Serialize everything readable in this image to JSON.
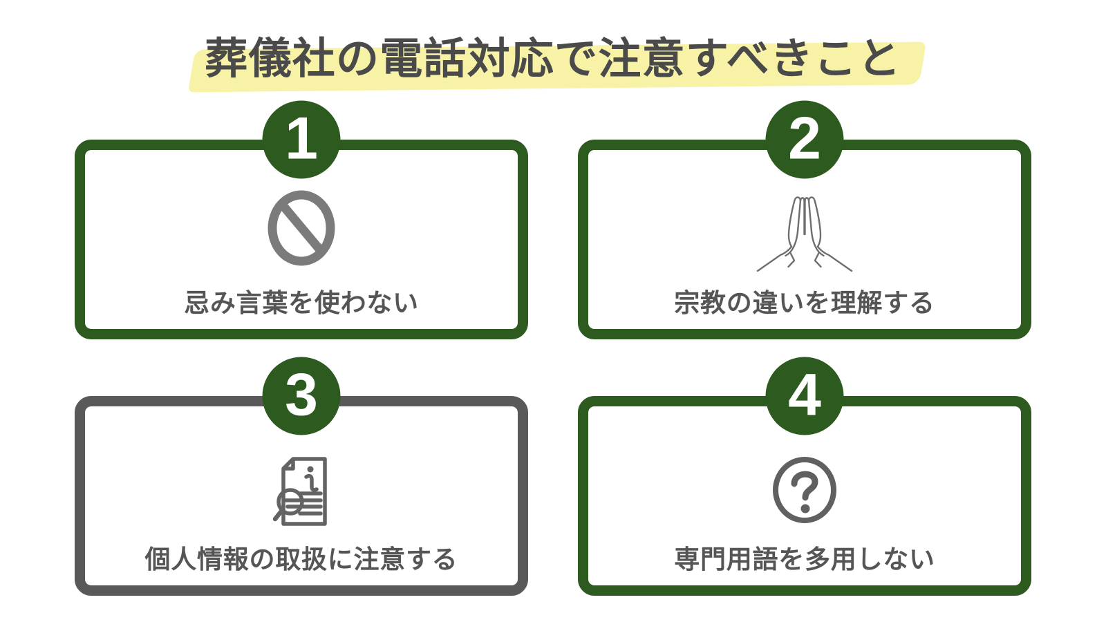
{
  "title": {
    "text": "葬儀社の電話対応で注意すべきこと",
    "highlight_color": "#f8f2a6",
    "text_color": "#4a4a4a"
  },
  "colors": {
    "green": "#2d5a1e",
    "gray_border": "#595959",
    "icon_gray": "#6e6e6e",
    "label_text": "#555555",
    "background": "#ffffff"
  },
  "cards": [
    {
      "number": "1",
      "label": "忌み言葉を使わない",
      "icon": "prohibition-icon",
      "border_color": "#2d5a1e"
    },
    {
      "number": "2",
      "label": "宗教の違いを理解する",
      "icon": "praying-hands-icon",
      "border_color": "#2d5a1e"
    },
    {
      "number": "3",
      "label": "個人情報の取扱に注意する",
      "icon": "document-info-search-icon",
      "border_color": "#595959"
    },
    {
      "number": "4",
      "label": "専門用語を多用しない",
      "icon": "question-mark-icon",
      "border_color": "#2d5a1e"
    }
  ]
}
